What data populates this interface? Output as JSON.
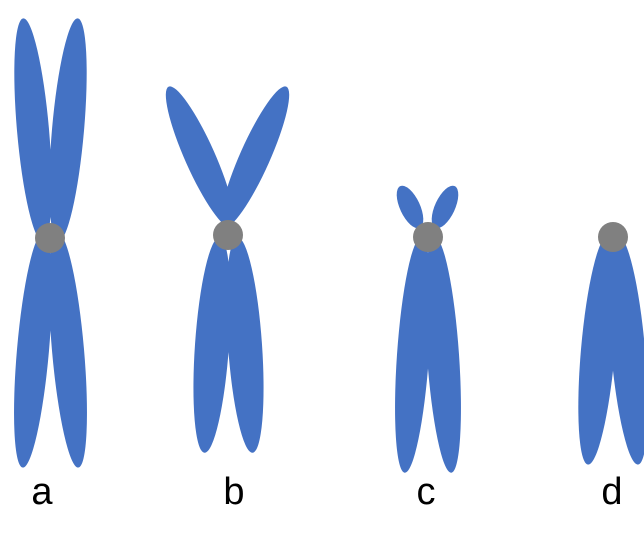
{
  "colors": {
    "arm": "#4472C4",
    "centromere": "#808080",
    "label": "#000000",
    "background": "#FFFFFF"
  },
  "chromosomes": [
    {
      "label": "a"
    },
    {
      "label": "b"
    },
    {
      "label": "c"
    },
    {
      "label": "d"
    }
  ]
}
